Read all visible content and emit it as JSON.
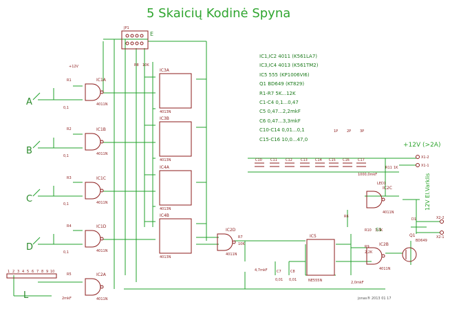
{
  "title": "5 Skaicių  Kodinė Spyna",
  "bom": [
    "IC1,IC2  4011  (K561LA7)",
    "IC3,IC4  4013  (K561TM2)",
    "IC5  555  (KP1006VI6)",
    "Q1  BD649  (KT829)",
    "R1-R7  5K...12K",
    "C1-C4  0,1...0,47",
    "C5  0,47...2,2mkF",
    "C6  0,47...3,3mkF",
    "C10-C14  0,01...0,1",
    "C15-C16  10,0...47,0"
  ],
  "power_label": "+12V (>2A)",
  "ev_label": "12V El.Varklis",
  "credit": "jonas® 2013 01 17",
  "keys": [
    "A",
    "B",
    "C",
    "D",
    "L"
  ],
  "gates": {
    "ic1a": "IC1A",
    "ic1b": "IC1B",
    "ic1c": "IC1C",
    "ic1d": "IC1D",
    "ic2a": "IC2A",
    "ic2c": "IC2C",
    "ic2d": "IC2D",
    "ic2b": "IC2B",
    "part": "4011N"
  },
  "flipflops": {
    "ic3a": "IC3A",
    "ic3b": "IC3B",
    "ic4a": "IC4A",
    "ic4b": "IC4B",
    "part": "4013N"
  },
  "ic5": {
    "name": "IC5",
    "part": "NE555N"
  },
  "q1": {
    "name": "Q1",
    "part": "BD649"
  },
  "jp1": "JP1",
  "vcc": "+12V",
  "caps": [
    "C10",
    "C11",
    "C12",
    "C13",
    "C14",
    "C15",
    "C16",
    "C17"
  ],
  "c17_value": "1000,0mkF",
  "resistors": {
    "r1": "R1",
    "r2": "R2",
    "r3": "R3",
    "r4": "R4",
    "r5": "R5",
    "r6": "R6",
    "r7": "R7",
    "r8": "R8",
    "r9": "R9",
    "r10": "R10",
    "r11": "R11"
  },
  "connectors": [
    "X1-2",
    "X1-1",
    "X2-2",
    "X2-1"
  ],
  "misc": {
    "s1": "S1",
    "led1": "LED1",
    "d1": "D1",
    "c7": "C7",
    "c8": "C8",
    "c6v": "4,7mkF",
    "c9v": "2,0mkF",
    "c5v": "2mkF",
    "c7v": "0,01",
    "c8v": "0,01",
    "r7v": "10K",
    "r8v": "10K",
    "r10v": "3,3K",
    "r9v": "2,2K",
    "r11v": "1K",
    "c1v": "0,1",
    "c2v": "0,1",
    "c3v": "0,1",
    "c4v": "0,1",
    "jp_e": "E"
  },
  "jp_pins": [
    "1",
    "2",
    "3",
    "4",
    "5",
    "6",
    "7",
    "8",
    "9",
    "10"
  ],
  "in_labels": [
    "1P",
    "2P",
    "3P"
  ],
  "colors": {
    "wire": "#1fa02a",
    "part": "#8b1a1a",
    "title": "#2fa52f"
  }
}
